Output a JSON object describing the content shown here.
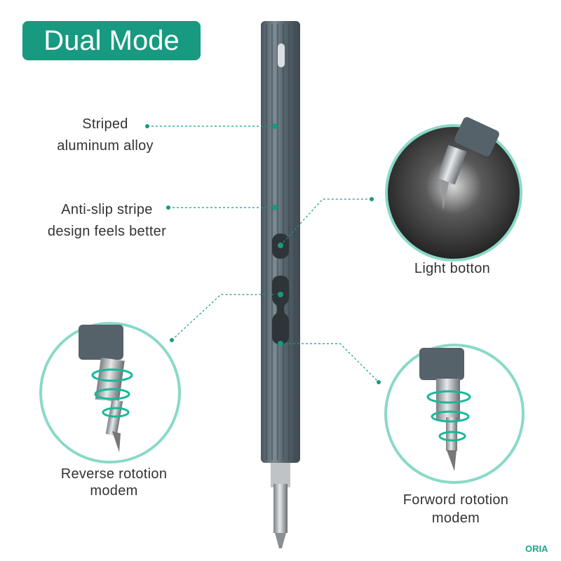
{
  "title": "Dual Mode",
  "callouts": {
    "striped": [
      "Striped",
      "aluminum alloy"
    ],
    "antislip": [
      "Anti-slip stripe",
      "design feels better"
    ],
    "light": "Light botton",
    "reverse": [
      "Reverse rototion",
      "modem"
    ],
    "forward": [
      "Forword rototion",
      "modem"
    ]
  },
  "logo": "ORIA",
  "colors": {
    "accent": "#179a80",
    "ring": "#8ad9c8",
    "pen": "#5c6a73"
  }
}
